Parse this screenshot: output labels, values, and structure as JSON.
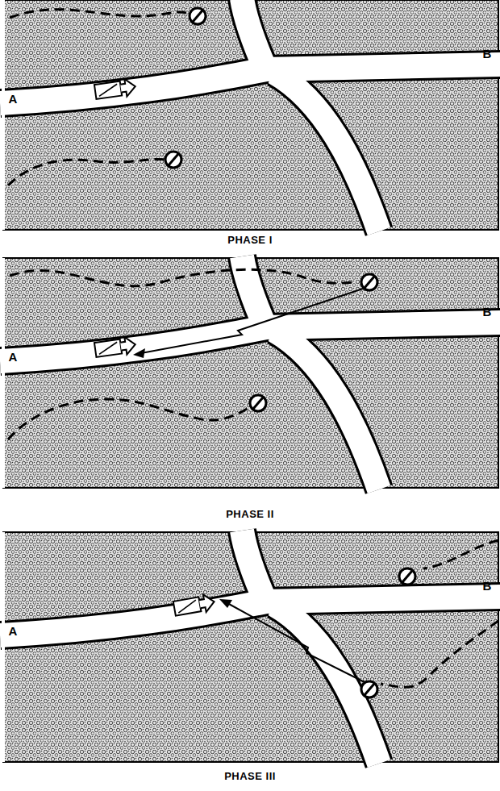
{
  "diagram": {
    "labels": [
      "A",
      "B",
      "PHASE I",
      "A",
      "B",
      "PHASE II",
      "A",
      "B",
      "PHASE III"
    ]
  }
}
